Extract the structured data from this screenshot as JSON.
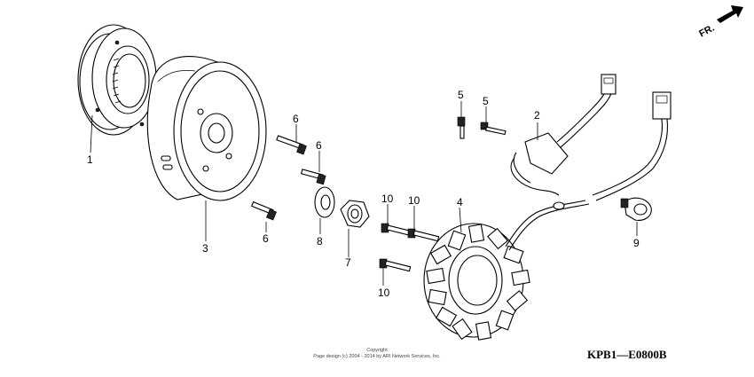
{
  "diagram": {
    "code": "KPB1—E0800B",
    "direction_label": "FR.",
    "copyright_line1": "Copyright",
    "copyright_line2": "Page design (c) 2004 - 2014 by ARI Network Services, Inc."
  },
  "callouts": [
    {
      "id": "1",
      "label": "1"
    },
    {
      "id": "2",
      "label": "2"
    },
    {
      "id": "3",
      "label": "3"
    },
    {
      "id": "4",
      "label": "4"
    },
    {
      "id": "5a",
      "label": "5"
    },
    {
      "id": "5b",
      "label": "5"
    },
    {
      "id": "6a",
      "label": "6"
    },
    {
      "id": "6b",
      "label": "6"
    },
    {
      "id": "6c",
      "label": "6"
    },
    {
      "id": "7",
      "label": "7"
    },
    {
      "id": "8",
      "label": "8"
    },
    {
      "id": "9",
      "label": "9"
    },
    {
      "id": "10a",
      "label": "10"
    },
    {
      "id": "10b",
      "label": "10"
    },
    {
      "id": "10c",
      "label": "10"
    }
  ]
}
